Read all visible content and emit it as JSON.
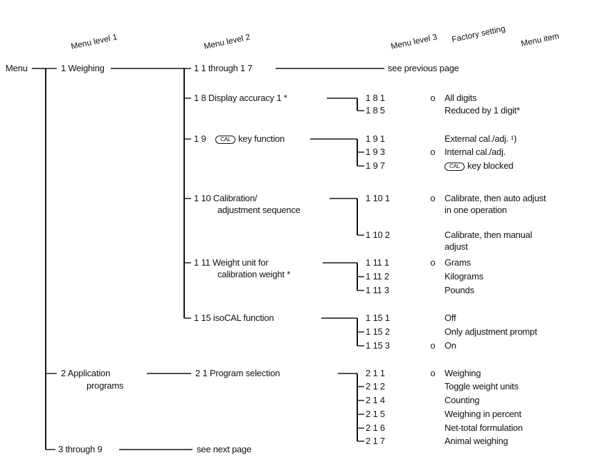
{
  "headers": {
    "level1": "Menu level 1",
    "level2": "Menu level 2",
    "level3": "Menu level 3",
    "factory": "Factory setting",
    "item": "Menu item"
  },
  "root": "Menu",
  "cal_key": "CAL",
  "factory_mark": "o",
  "l1": {
    "weighing": "1  Weighing",
    "app_1": "2  Application",
    "app_2": "programs",
    "three_nine": "3 through 9",
    "see_next": "see next page"
  },
  "l2": {
    "r1_1": "1  1   through 1 7",
    "see_prev": "see previous page",
    "r1_8": "1  8   Display accuracy 1 *",
    "r1_9_num": "1  9",
    "r1_9_text": "key function",
    "r1_10_a": "1  10  Calibration/",
    "r1_10_b": "adjustment sequence",
    "r1_11_a": "1  11  Weight unit for",
    "r1_11_b": "calibration weight *",
    "r1_15": "1  15  isoCAL function",
    "r2_1": "2  1    Program selection"
  },
  "items": {
    "c181": "1  8  1",
    "i181": "All digits",
    "c185": "1  8  5",
    "i185": "Reduced by 1 digit*",
    "c191": "1  9  1",
    "i191": "External cal./adj. ¹)",
    "c193": "1  9  3",
    "i193": "Internal cal./adj.",
    "c197": "1  9  7",
    "i197": "key blocked",
    "c1101": "1  10  1",
    "i1101a": "Calibrate, then auto adjust",
    "i1101b": "in one operation",
    "c1102": "1  10  2",
    "i1102a": "Calibrate, then manual",
    "i1102b": "adjust",
    "c1111": "1  11  1",
    "i1111": "Grams",
    "c1112": "1  11  2",
    "i1112": "Kilograms",
    "c1113": "1  11  3",
    "i1113": "Pounds",
    "c1151": "1  15  1",
    "i1151": "Off",
    "c1152": "1  15  2",
    "i1152": "Only adjustment prompt",
    "c1153": "1  15  3",
    "i1153": "On",
    "c211": "2  1  1",
    "i211": "Weighing",
    "c212": "2  1  2",
    "i212": "Toggle weight units",
    "c214": "2  1  4",
    "i214": "Counting",
    "c215": "2  1  5",
    "i215": "Weighing in percent",
    "c216": "2  1  6",
    "i216": "Net-total formulation",
    "c217": "2  1  7",
    "i217": "Animal weighing"
  }
}
